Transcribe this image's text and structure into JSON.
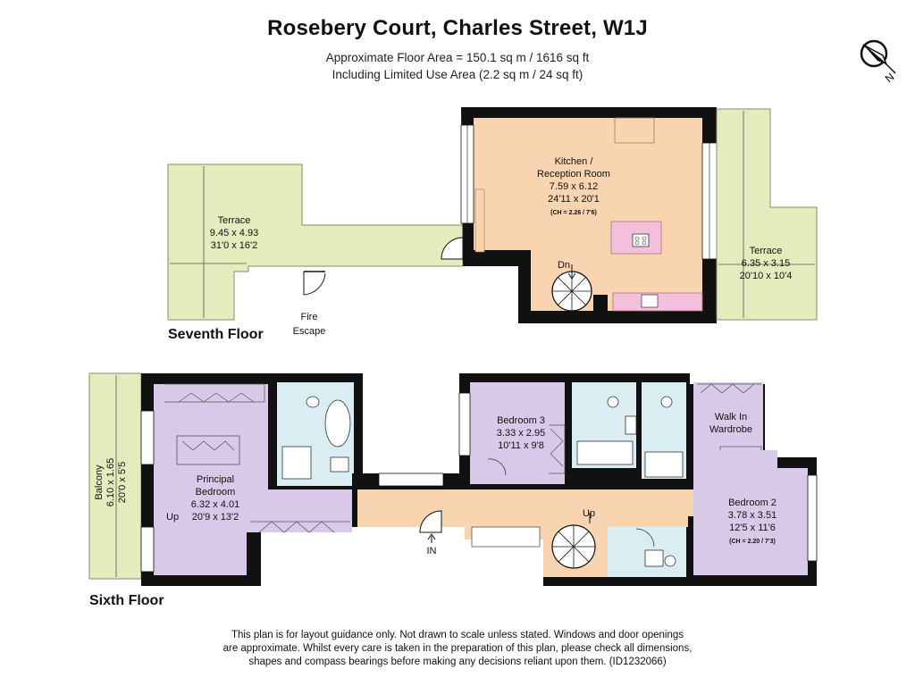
{
  "header": {
    "title": "Rosebery Court, Charles Street, W1J",
    "area_line1": "Approximate Floor Area = 150.1 sq m  / 1616 sq ft",
    "area_line2": "Including Limited Use Area (2.2 sq m / 24 sq ft)"
  },
  "compass": {
    "icon": "north-compass-icon",
    "letter": "N"
  },
  "floors": {
    "seventh": "Seventh Floor",
    "sixth": "Sixth Floor"
  },
  "rooms": {
    "terrace_west": {
      "name": "Terrace",
      "metric": "9.45 x 4.93",
      "imperial": "31'0 x 16'2"
    },
    "kitchen": {
      "name1": "Kitchen /",
      "name2": "Reception Room",
      "metric": "7.59 x 6.12",
      "imperial": "24'11 x 20'1",
      "ceiling": "(CH = 2.26 / 7'6)"
    },
    "terrace_east": {
      "name": "Terrace",
      "metric": "6.35 x 3.15",
      "imperial": "20'10 x 10'4"
    },
    "fire_escape": {
      "line1": "Fire",
      "line2": "Escape"
    },
    "stair_dn": "Dn",
    "balcony": {
      "name": "Balcony",
      "metric": "6.10 x 1.65",
      "imperial": "20'0 x 5'5"
    },
    "principal": {
      "name1": "Principal",
      "name2": "Bedroom",
      "metric": "6.32 x 4.01",
      "imperial": "20'9 x 13'2"
    },
    "bedroom3": {
      "name": "Bedroom 3",
      "metric": "3.33 x 2.95",
      "imperial": "10'11 x 9'8"
    },
    "walkin": {
      "name1": "Walk In",
      "name2": "Wardrobe"
    },
    "bedroom2": {
      "name": "Bedroom 2",
      "metric": "3.78 x 3.51",
      "imperial": "12'5 x 11'6",
      "ceiling": "(CH = 2.20 / 7'3)"
    },
    "up_hall": "Up",
    "up_balcony": "Up",
    "entrance": "IN"
  },
  "colors": {
    "terrace": "#e3ecbd",
    "kitchen": "#f8d4b0",
    "bedroom": "#d9c9e8",
    "bathroom": "#d9edf3",
    "hall": "#f8d4b0",
    "wall": "#111111",
    "fittings": "#f3bfdc"
  },
  "disclaimer": {
    "line1": "This plan is for layout guidance only. Not drawn to scale unless stated. Windows and door openings",
    "line2": "are approximate. Whilst every care is taken in the preparation of this plan, please check all dimensions,",
    "line3": "shapes and compass bearings before making any decisions reliant upon them. (ID1232066)"
  }
}
